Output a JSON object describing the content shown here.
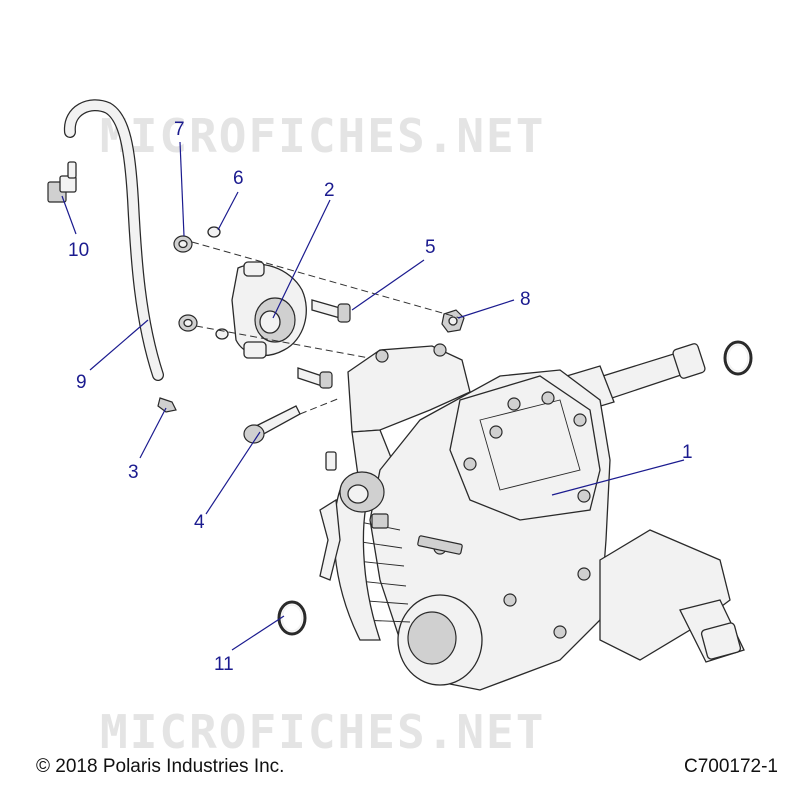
{
  "watermark": {
    "text": "MICROFICHES.NET"
  },
  "callouts": [
    {
      "id": "1",
      "label": "1"
    },
    {
      "id": "2",
      "label": "2"
    },
    {
      "id": "3",
      "label": "3"
    },
    {
      "id": "4",
      "label": "4"
    },
    {
      "id": "5",
      "label": "5"
    },
    {
      "id": "6",
      "label": "6"
    },
    {
      "id": "7",
      "label": "7"
    },
    {
      "id": "8",
      "label": "8"
    },
    {
      "id": "9",
      "label": "9"
    },
    {
      "id": "10",
      "label": "10"
    },
    {
      "id": "11",
      "label": "11"
    }
  ],
  "footer": {
    "copyright": "© 2018 Polaris Industries Inc.",
    "drawing_id": "C700172-1"
  },
  "colors": {
    "callout": "#1b1b8f",
    "watermark": "#e4e4e4",
    "line": "#2a2a2a"
  }
}
